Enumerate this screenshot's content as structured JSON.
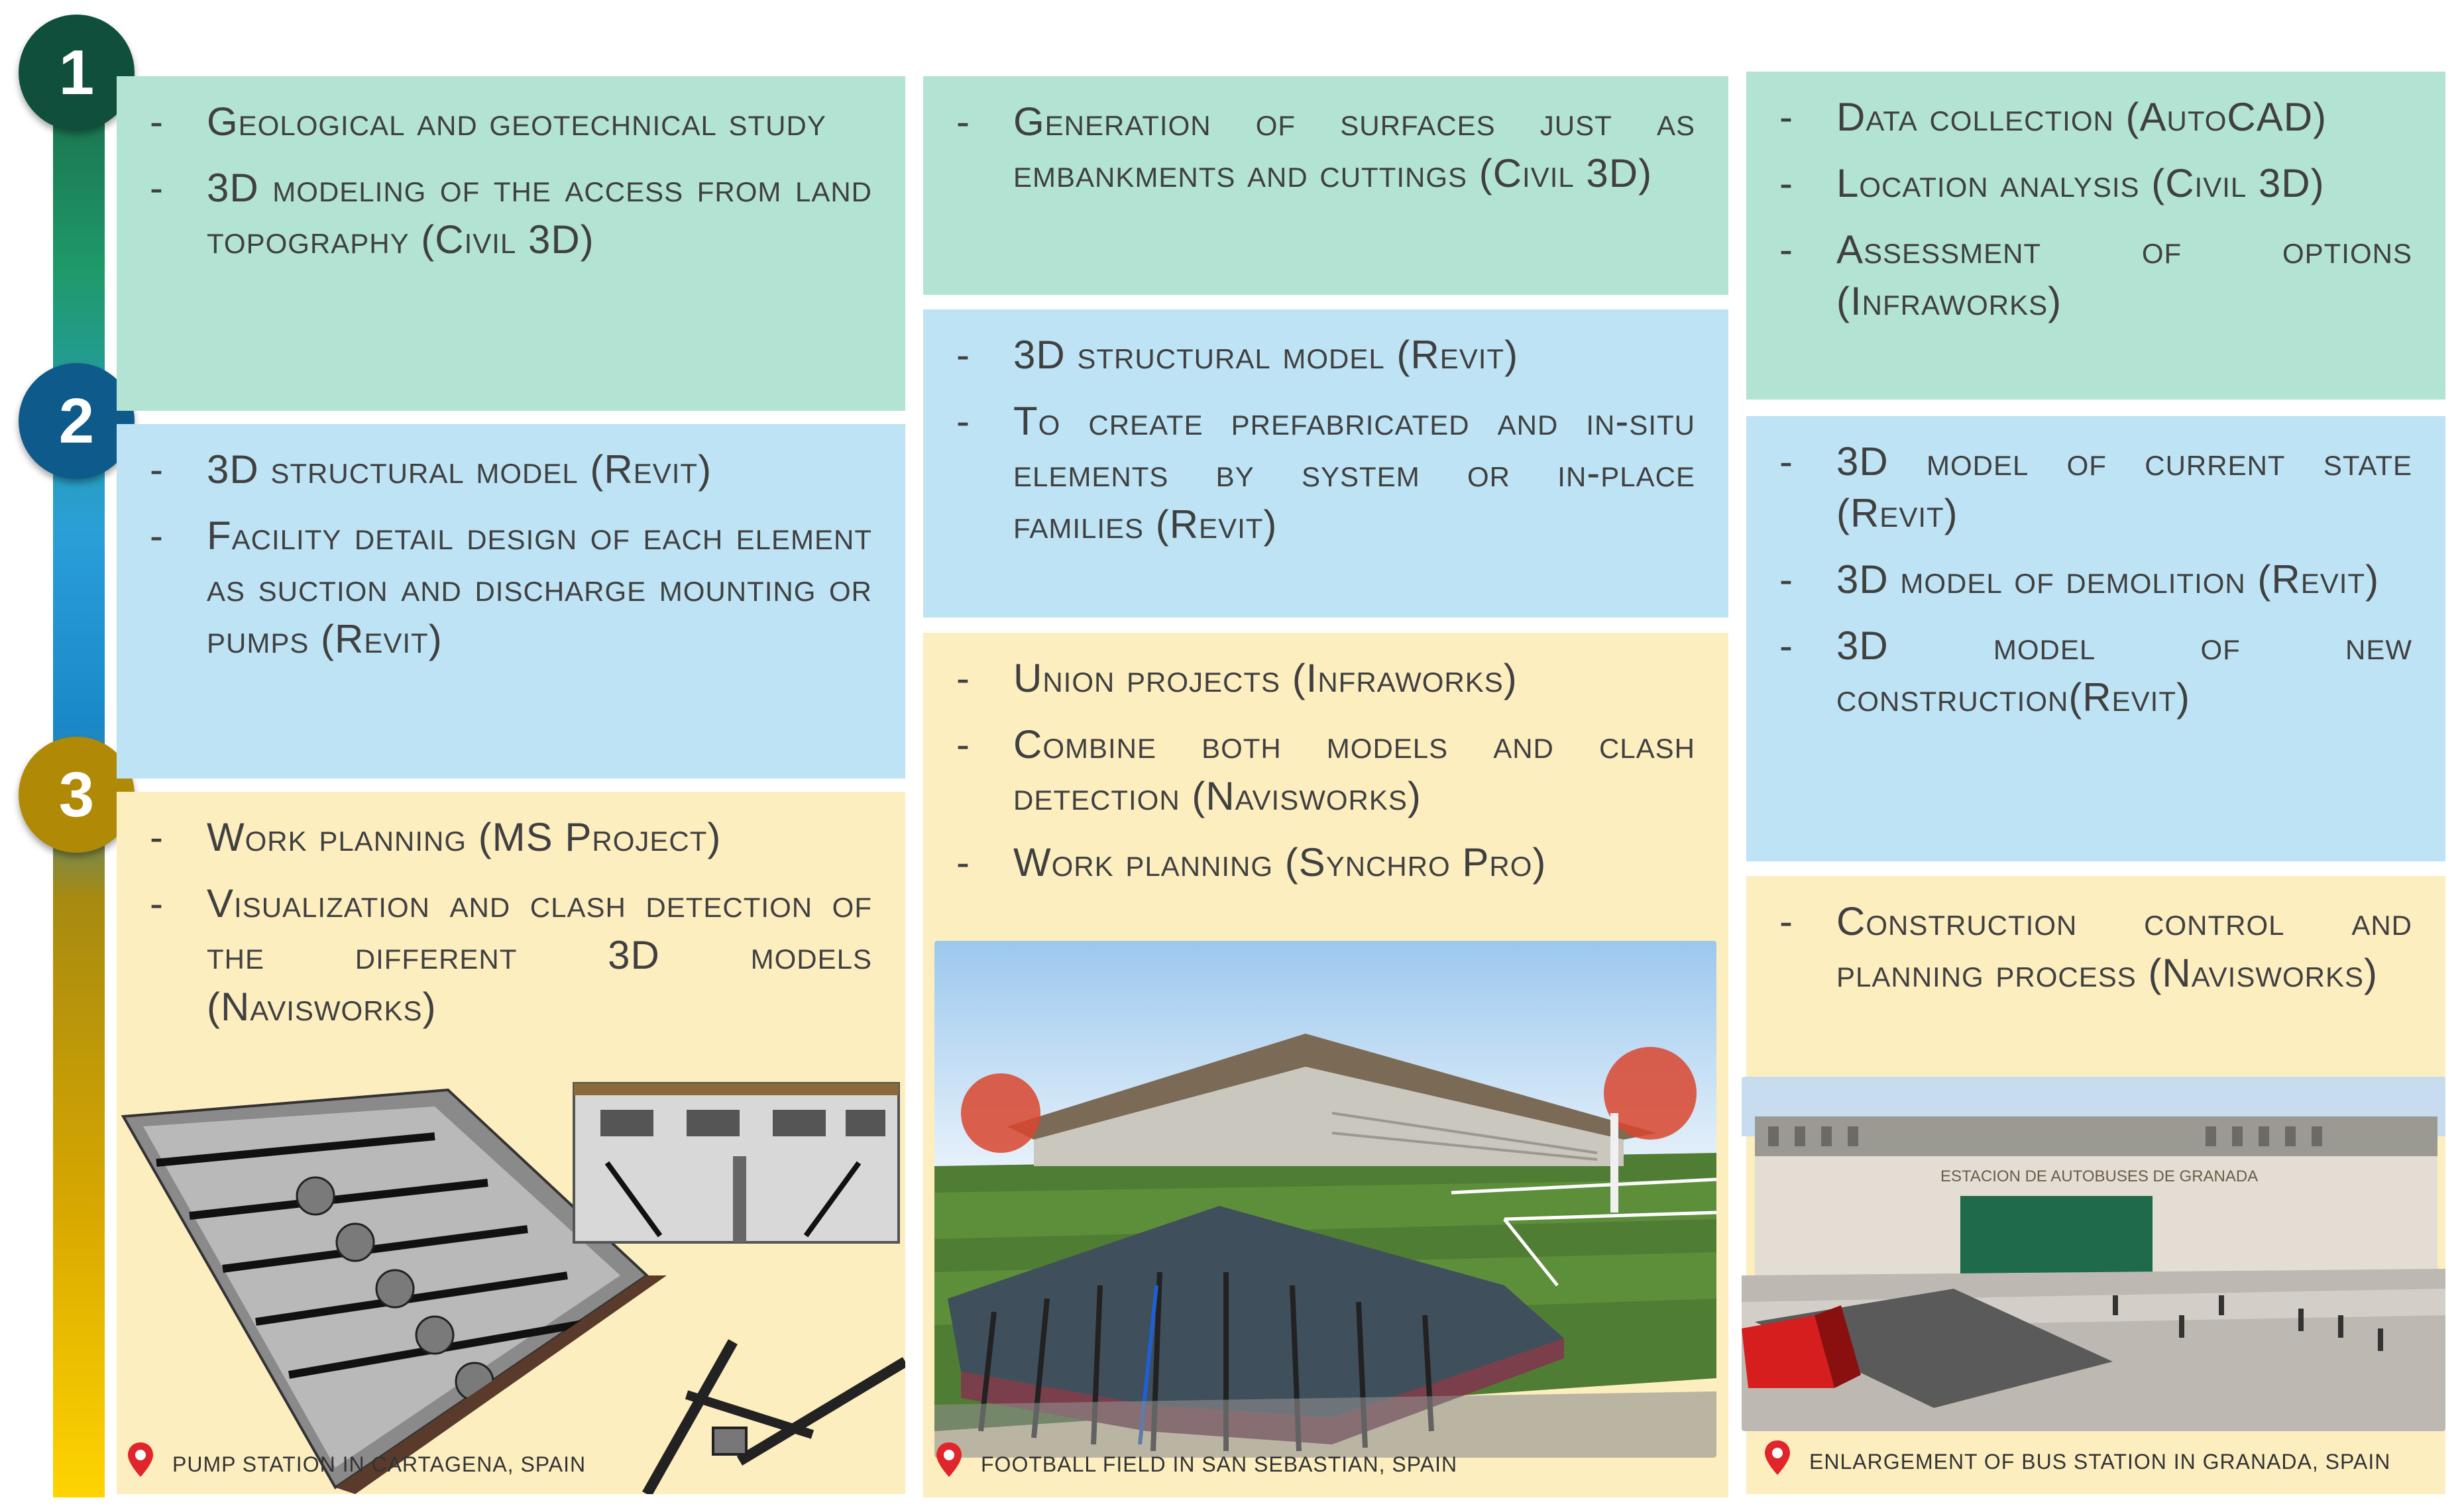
{
  "stages": [
    "1",
    "2",
    "3"
  ],
  "columns": [
    {
      "stage1": [
        "Geological and geotechnical study",
        "3D modeling of the access from land topography (Civil 3D)"
      ],
      "stage2": [
        "3D structural model (Revit)",
        "Facility detail design of each element as suction and discharge mounting or pumps (Revit)"
      ],
      "stage3": [
        "Work planning (MS Project)",
        "Visualization and clash detection of the different 3D models (Navisworks)"
      ],
      "caption": "PUMP STATION IN CARTAGENA, SPAIN"
    },
    {
      "stage1": [
        "Generation of surfaces just as embankments and cuttings (Civil 3D)"
      ],
      "stage2": [
        "3D structural model (Revit)",
        "To create prefabricated and in-situ elements by system or in-place families (Revit)"
      ],
      "stage3": [
        "Union projects (Infraworks)",
        "Combine both models and clash detection (Navisworks)",
        "Work planning (Synchro Pro)"
      ],
      "caption": "FOOTBALL FIELD IN SAN SEBASTIAN, SPAIN"
    },
    {
      "stage1": [
        "Data collection (AutoCAD)",
        "Location analysis (Civil 3D)",
        "Assessment of options (Infraworks)"
      ],
      "stage2": [
        "3D model of current state (Revit)",
        "3D model of demolition (Revit)",
        "3D model of new construction(Revit)"
      ],
      "stage3": [
        "Construction control and planning process (Navisworks)"
      ],
      "caption": "ENLARGEMENT OF BUS STATION IN GRANADA, SPAIN",
      "sign_text": "ESTACION DE AUTOBUSES DE GRANADA"
    }
  ],
  "colors": {
    "green": "#b2e3d3",
    "blue": "#bde3f4",
    "yellow": "#fdeec0",
    "pin": "#e0262b"
  }
}
